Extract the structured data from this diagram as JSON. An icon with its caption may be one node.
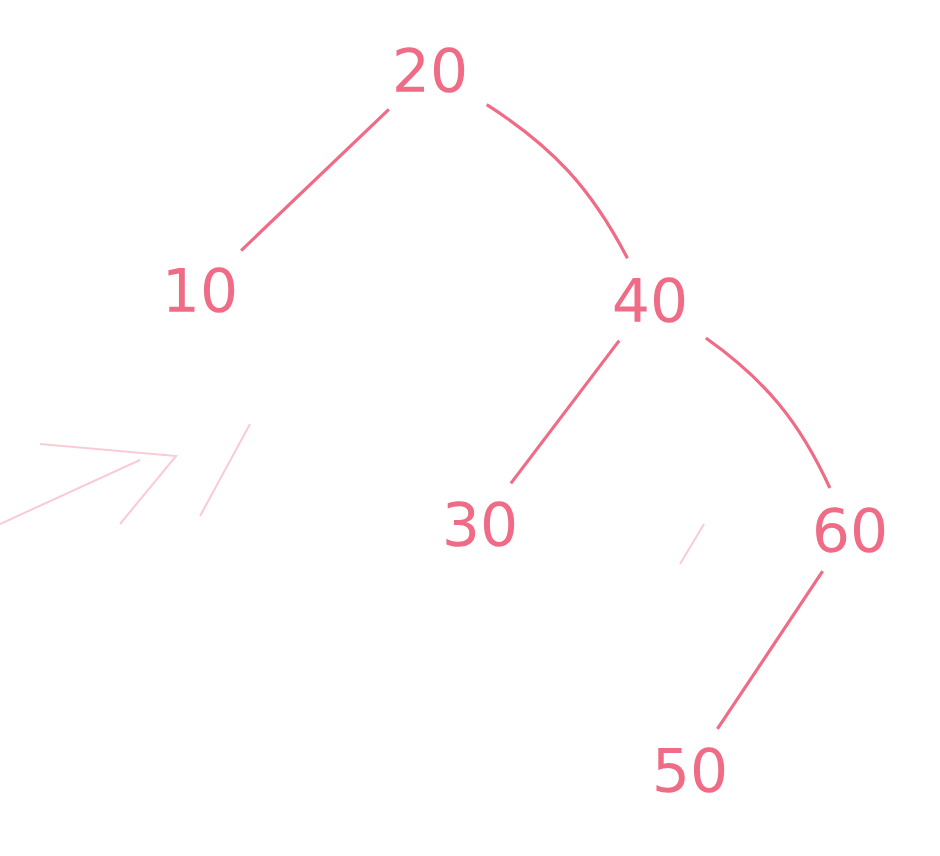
{
  "diagram": {
    "nodes": [
      {
        "text": [
          "20"
        ]
      },
      {
        "text": [
          "10"
        ]
      },
      {
        "text": [
          "40"
        ]
      },
      {
        "text": [
          "30"
        ]
      },
      {
        "text": [
          "60"
        ]
      },
      {
        "text": [
          "50"
        ]
      }
    ],
    "edges": [
      {
        "from": 0,
        "to": 1,
        "arrow": "none"
      },
      {
        "from": 0,
        "to": 2,
        "arrow": "none"
      },
      {
        "from": 2,
        "to": 3,
        "arrow": "none"
      },
      {
        "from": 2,
        "to": 4,
        "arrow": "none"
      },
      {
        "from": 4,
        "to": 5,
        "arrow": "none"
      }
    ]
  }
}
